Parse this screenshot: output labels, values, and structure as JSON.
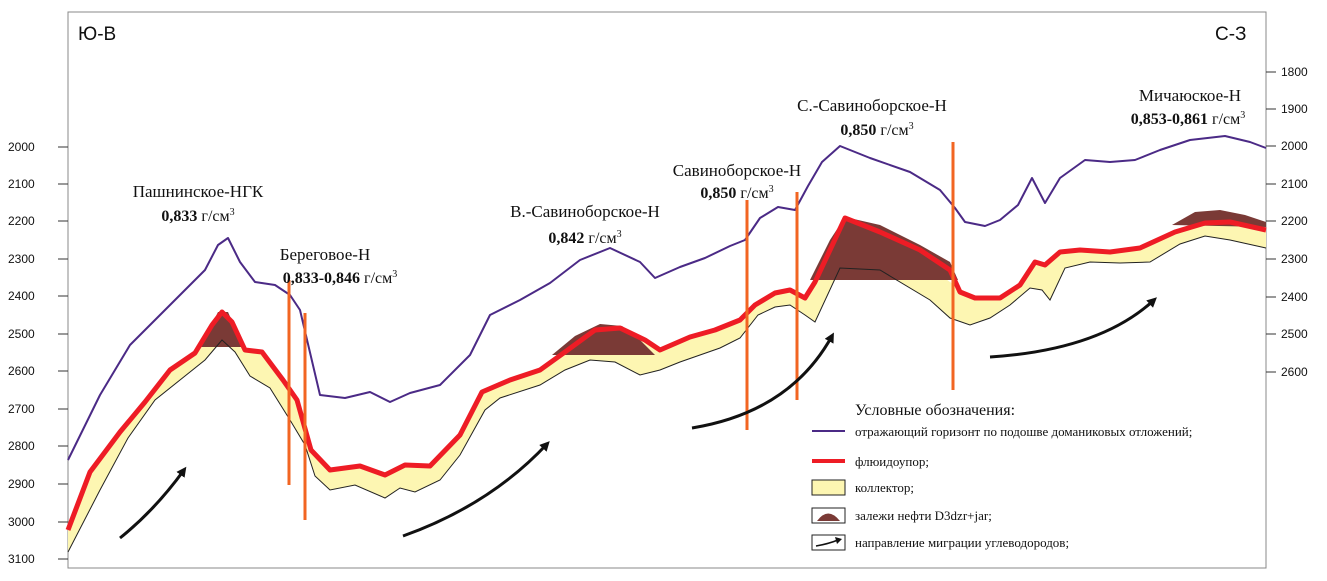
{
  "corner_left": "Ю-В",
  "corner_right": "С-З",
  "left_axis_ticks": [
    "2000",
    "2100",
    "2200",
    "2300",
    "2400",
    "2500",
    "2600",
    "2700",
    "2800",
    "2900",
    "3000",
    "3100"
  ],
  "right_axis_ticks": [
    "1800",
    "1900",
    "2000",
    "2100",
    "2200",
    "2300",
    "2400",
    "2500",
    "2600"
  ],
  "fields": [
    {
      "name": "Пашнинское-НГК",
      "density_value": "0,833",
      "density_unit": " г/см"
    },
    {
      "name": "Береговое-Н",
      "density_value": "0,833-0,846",
      "density_unit": " г/см"
    },
    {
      "name": "В.-Савиноборское-Н",
      "density_value": "0,842",
      "density_unit": " г/см"
    },
    {
      "name": "Савиноборское-Н",
      "density_value": "0,850",
      "density_unit": " г/см"
    },
    {
      "name": "С.-Савиноборское-Н",
      "density_value": "0,850",
      "density_unit": " г/см"
    },
    {
      "name": "Мичаюское-Н",
      "density_value": "0,853-0,861",
      "density_unit": " г/см"
    }
  ],
  "density_superscript": "3",
  "legend": {
    "title": "Условные обозначения:",
    "items": [
      {
        "label": "отражающий горизонт по подошве доманиковых отложений;",
        "color": "#4b2a86"
      },
      {
        "label": "флюидоупор;",
        "color": "#ee1c25"
      },
      {
        "label": "коллектор;",
        "color": "#fdf6b2"
      },
      {
        "label": "залежи нефти D3dzr+jar;",
        "color": "#7a3a36"
      },
      {
        "label": "направление миграции углеводородов;",
        "color": "#111111"
      }
    ]
  },
  "colors": {
    "horizon": "#4b2a86",
    "seal": "#ee1c25",
    "reservoir": "#fdf6b2",
    "oil": "#7a3a36",
    "fault": "#f26522",
    "arrow": "#111111"
  }
}
